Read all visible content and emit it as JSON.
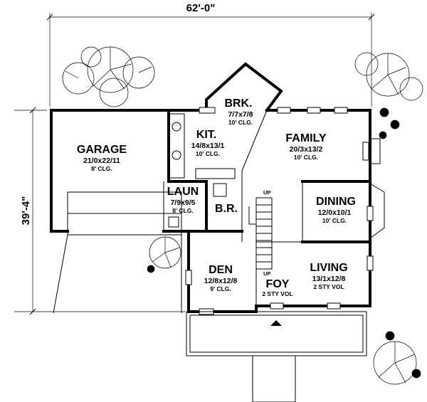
{
  "dimensions": {
    "width": "62'-0\"",
    "depth": "39'-4\""
  },
  "rooms": {
    "garage": {
      "name": "GARAGE",
      "size": "21/0x22/11",
      "clg": "8' CLG."
    },
    "brk": {
      "name": "BRK.",
      "size": "7/7x7/8",
      "clg": "10' CLG."
    },
    "kit": {
      "name": "KIT.",
      "size": "14/8x13/1",
      "clg": "10' CLG."
    },
    "family": {
      "name": "FAMILY",
      "size": "20/3x13/2",
      "clg": "10' CLG."
    },
    "laun": {
      "name": "LAUN",
      "size": "7/9x9/5",
      "clg": "8' CLG."
    },
    "br": {
      "name": "B.R."
    },
    "dining": {
      "name": "DINING",
      "size": "12/0x10/1",
      "clg": "10' CLG."
    },
    "den": {
      "name": "DEN",
      "size": "12/8x12/8",
      "clg": "9' CLG."
    },
    "foy": {
      "name": "FOY",
      "clg": "2 STY VOL"
    },
    "living": {
      "name": "LIVING",
      "size": "13/1x12/8",
      "clg": "2 STY VOL"
    }
  },
  "stairs": {
    "up_upper": "UP",
    "up_lower": "UP"
  }
}
